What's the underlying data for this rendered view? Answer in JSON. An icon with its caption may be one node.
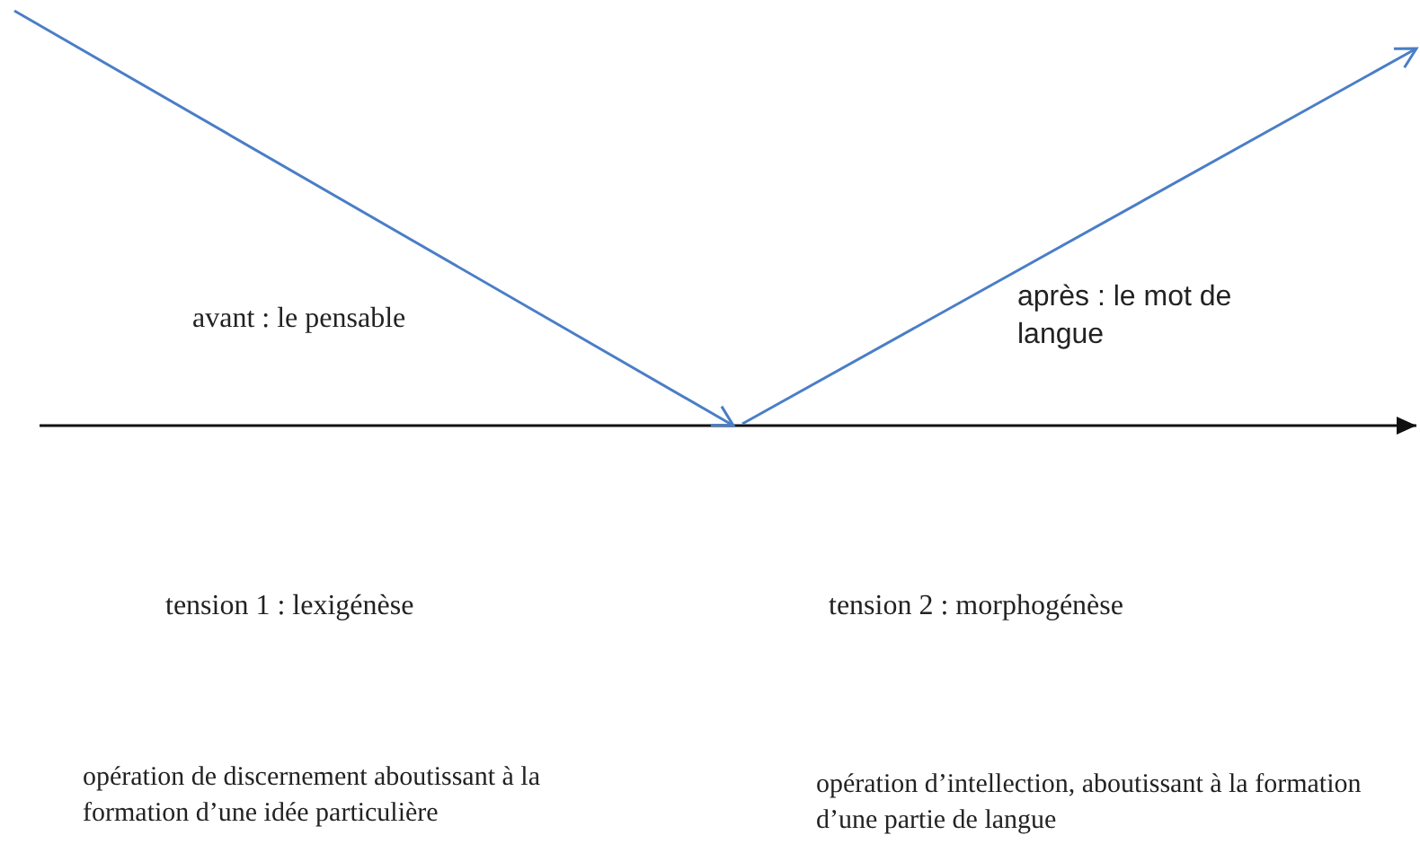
{
  "diagram": {
    "labels": [
      "avant : le pensable",
      "après : le mot de langue",
      "tension 1 : lexigénèse",
      "tension 2 : morphogénèse",
      "opération de discernement aboutissant à la formation d’une idée particulière",
      "opération d’intellection, aboutissant à la formation d’une partie de langue"
    ]
  }
}
